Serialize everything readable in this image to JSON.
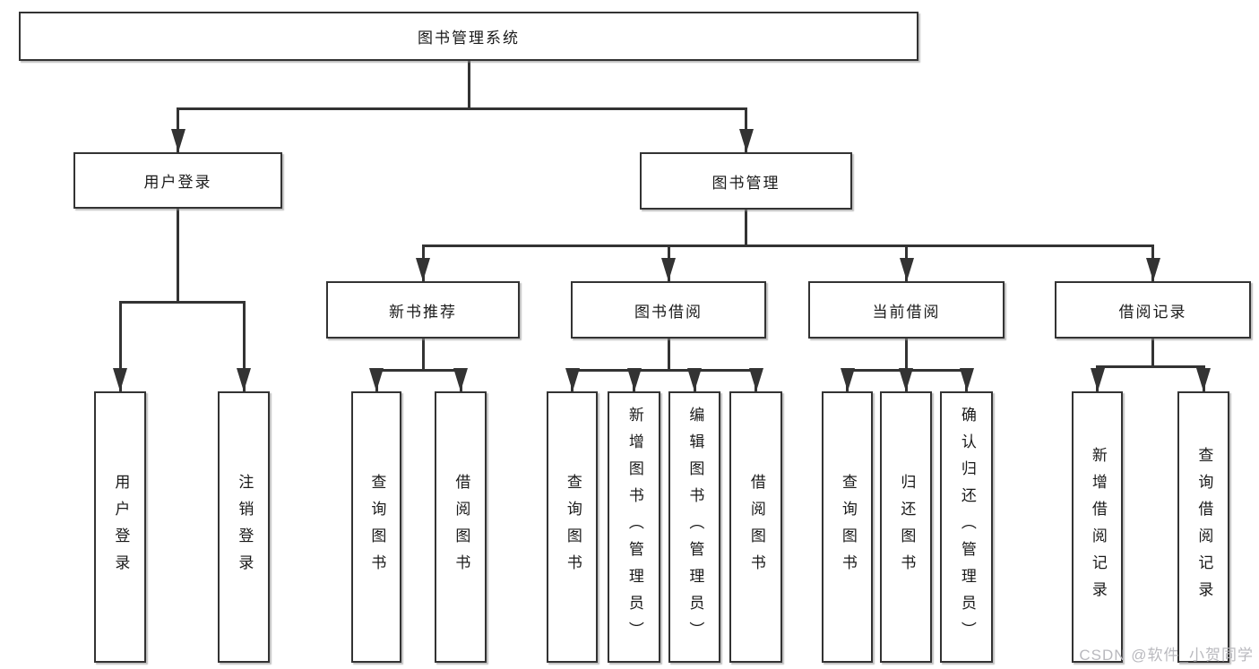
{
  "diagram_title": "图书管理系统",
  "nodes": {
    "root": {
      "label": "图书管理系统"
    },
    "user-login": {
      "label": "用户登录"
    },
    "book-mgmt": {
      "label": "图书管理"
    },
    "new-book-rec": {
      "label": "新书推荐"
    },
    "book-borrow": {
      "label": "图书借阅"
    },
    "current-borrow": {
      "label": "当前借阅"
    },
    "borrow-records": {
      "label": "借阅记录"
    },
    "ul-login": {
      "label": "用户登录"
    },
    "ul-logout": {
      "label": "注销登录"
    },
    "nbr-query": {
      "label": "查询图书"
    },
    "nbr-borrow": {
      "label": "借阅图书"
    },
    "bb-query": {
      "label": "查询图书"
    },
    "bb-add": {
      "label": "新增图书（管理员）"
    },
    "bb-edit": {
      "label": "编辑图书（管理员）"
    },
    "bb-borrow": {
      "label": "借阅图书"
    },
    "cb-query": {
      "label": "查询图书"
    },
    "cb-return": {
      "label": "归还图书"
    },
    "cb-confirm": {
      "label": "确认归还（管理员）"
    },
    "br-add": {
      "label": "新增借阅记录"
    },
    "br-query": {
      "label": "查询借阅记录"
    }
  },
  "hierarchy": [
    {
      "parent": "root",
      "children": [
        "user-login",
        "book-mgmt"
      ]
    },
    {
      "parent": "user-login",
      "children": [
        "ul-login",
        "ul-logout"
      ]
    },
    {
      "parent": "book-mgmt",
      "children": [
        "new-book-rec",
        "book-borrow",
        "current-borrow",
        "borrow-records"
      ]
    },
    {
      "parent": "new-book-rec",
      "children": [
        "nbr-query",
        "nbr-borrow"
      ]
    },
    {
      "parent": "book-borrow",
      "children": [
        "bb-query",
        "bb-add",
        "bb-edit",
        "bb-borrow"
      ]
    },
    {
      "parent": "current-borrow",
      "children": [
        "cb-query",
        "cb-return",
        "cb-confirm"
      ]
    },
    {
      "parent": "borrow-records",
      "children": [
        "br-add",
        "br-query"
      ]
    }
  ],
  "watermark": {
    "text": "CSDN @软件_小贺同学"
  },
  "colors": {
    "line": "#333333",
    "box_border": "#333333",
    "box_bg": "#ffffff",
    "text": "#1a1a1a",
    "watermark": "#b9b9be",
    "background": "#ffffff"
  }
}
